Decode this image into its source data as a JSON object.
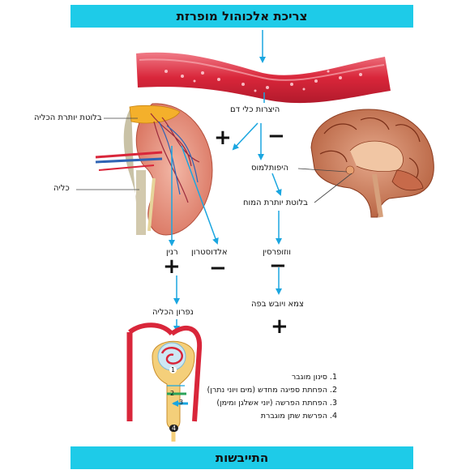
{
  "title": "צריכת אלכוהול מופרזת",
  "footer": "התייבשות",
  "labels": {
    "blood_production": "היצרות כלי דם",
    "adrenal_gland": "בלוטת יותרת הכליה",
    "kidney": "כליה",
    "hypothalamus": "היפותלמוס",
    "pituitary": "בלוטת יותרת המוח",
    "renin": "רנין",
    "aldosterone": "אלדוסטרון",
    "vasopressin": "ווזופרסין",
    "nephron": "נפרון הכליה",
    "thirst": "צמא ויובש בפה"
  },
  "signs": {
    "plus_left": "+",
    "minus_right": "−",
    "plus_renin": "+",
    "minus_aldosterone": "−",
    "minus_vasopressin": "−",
    "plus_thirst": "+"
  },
  "steps": [
    "1. סינון מוגבר",
    "2. הפחתת ספיגה מחדש (מים ויוני נתרן)",
    "3. הפחתת הפרשה (יוני אשלגן ומימן)",
    "4. הפרשת שתן מוגברת"
  ],
  "nephron_markers": [
    "1",
    "2",
    "3",
    "4"
  ],
  "colors": {
    "banner": "#1ecbe8",
    "arrow": "#1aa6e0",
    "vessel": "#d9263a"
  }
}
